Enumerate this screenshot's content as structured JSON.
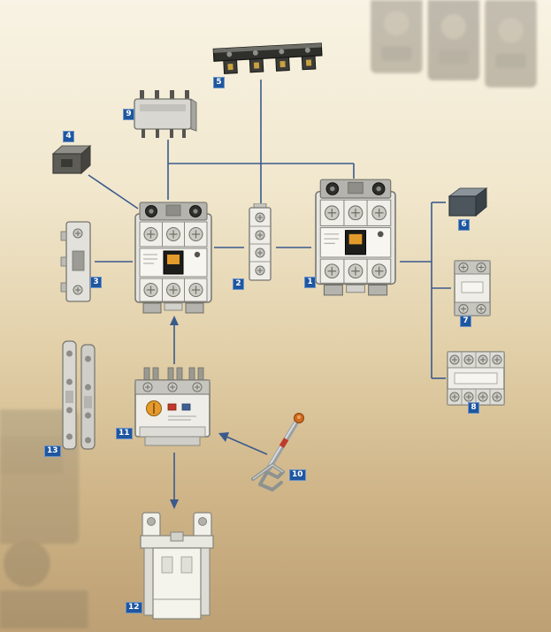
{
  "diagram": {
    "labels": {
      "item1": "1",
      "item2": "2",
      "item3": "3",
      "item4": "4",
      "item5": "5",
      "item6": "6",
      "item7": "7",
      "item8": "8",
      "item9": "9",
      "item10": "10",
      "item11": "11",
      "item12": "12",
      "item13": "13"
    },
    "colors": {
      "background_top": "#f8f3e4",
      "background_bottom": "#bda074",
      "connector_line": "#3a5a8c",
      "label_badge": "#1e56a0",
      "accent_orange": "#e39b2c"
    },
    "icons": {
      "item1": "contactor-illustration",
      "item2": "aux-contact-strip-illustration",
      "item3": "side-aux-block-illustration",
      "item4": "interlock-block-illustration",
      "item5": "busbar-link-illustration",
      "item6": "cover-block-illustration",
      "item7": "front-aux-2pole-illustration",
      "item8": "front-aux-4pole-illustration",
      "item9": "pin-module-illustration",
      "item10": "release-tool-illustration",
      "item11": "thermal-overload-relay-illustration",
      "item12": "mounting-adapter-illustration",
      "item13": "link-rails-illustration"
    }
  }
}
